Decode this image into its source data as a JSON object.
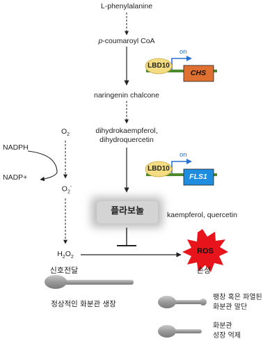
{
  "pathway": {
    "l_phenylalanine": "L-phenylalanine",
    "p_coumaroyl_prefix": "p",
    "p_coumaroyl_rest": "-coumaroyl CoA",
    "naringenin_chalcone": "naringenin chalcone",
    "dihydrokaempferol": "dihydrokaempferol,",
    "dihydroquercetin": "dihydroquercetin",
    "flavonol_label": "플라보놀",
    "kaempferol_quercetin": "kaempferol, quercetin"
  },
  "gene_constructs": [
    {
      "tf": "LBD10",
      "promoter_state": "on",
      "gene": "CHS",
      "gene_color": "#e07030"
    },
    {
      "tf": "LBD10",
      "promoter_state": "on",
      "gene": "FLS1",
      "gene_color": "#1e8de0"
    }
  ],
  "ros_pathway": {
    "o2_base": "O",
    "o2_sub": "2",
    "nadph": "NADPH",
    "nadp_plus": "NADP+",
    "superoxide_base": "O",
    "superoxide_sub": "2",
    "superoxide_sup": "-",
    "h2o2_base": "H",
    "h2o2_sub1": "2",
    "h2o2_o": "O",
    "h2o2_sub2": "2",
    "ros_label": "ROS",
    "ros_color": "#e8141c"
  },
  "outcomes": {
    "signaling": "신호전달",
    "damage": "손상",
    "normal_growth": "정상적인 화분관 생장",
    "burst_tip_line1": "팽창 혹은 파열된",
    "burst_tip_line2": "화분관 말단",
    "growth_arrest_line1": "화분관",
    "growth_arrest_line2": "성장 억제"
  },
  "colors": {
    "tf_ellipse": "#f3dc82",
    "promoter_line": "#4a8a2a",
    "promoter_arrow": "#2a6fd0",
    "flavonol_box": "#d4d4d4",
    "pollen_tube": "#a8a8a8"
  }
}
